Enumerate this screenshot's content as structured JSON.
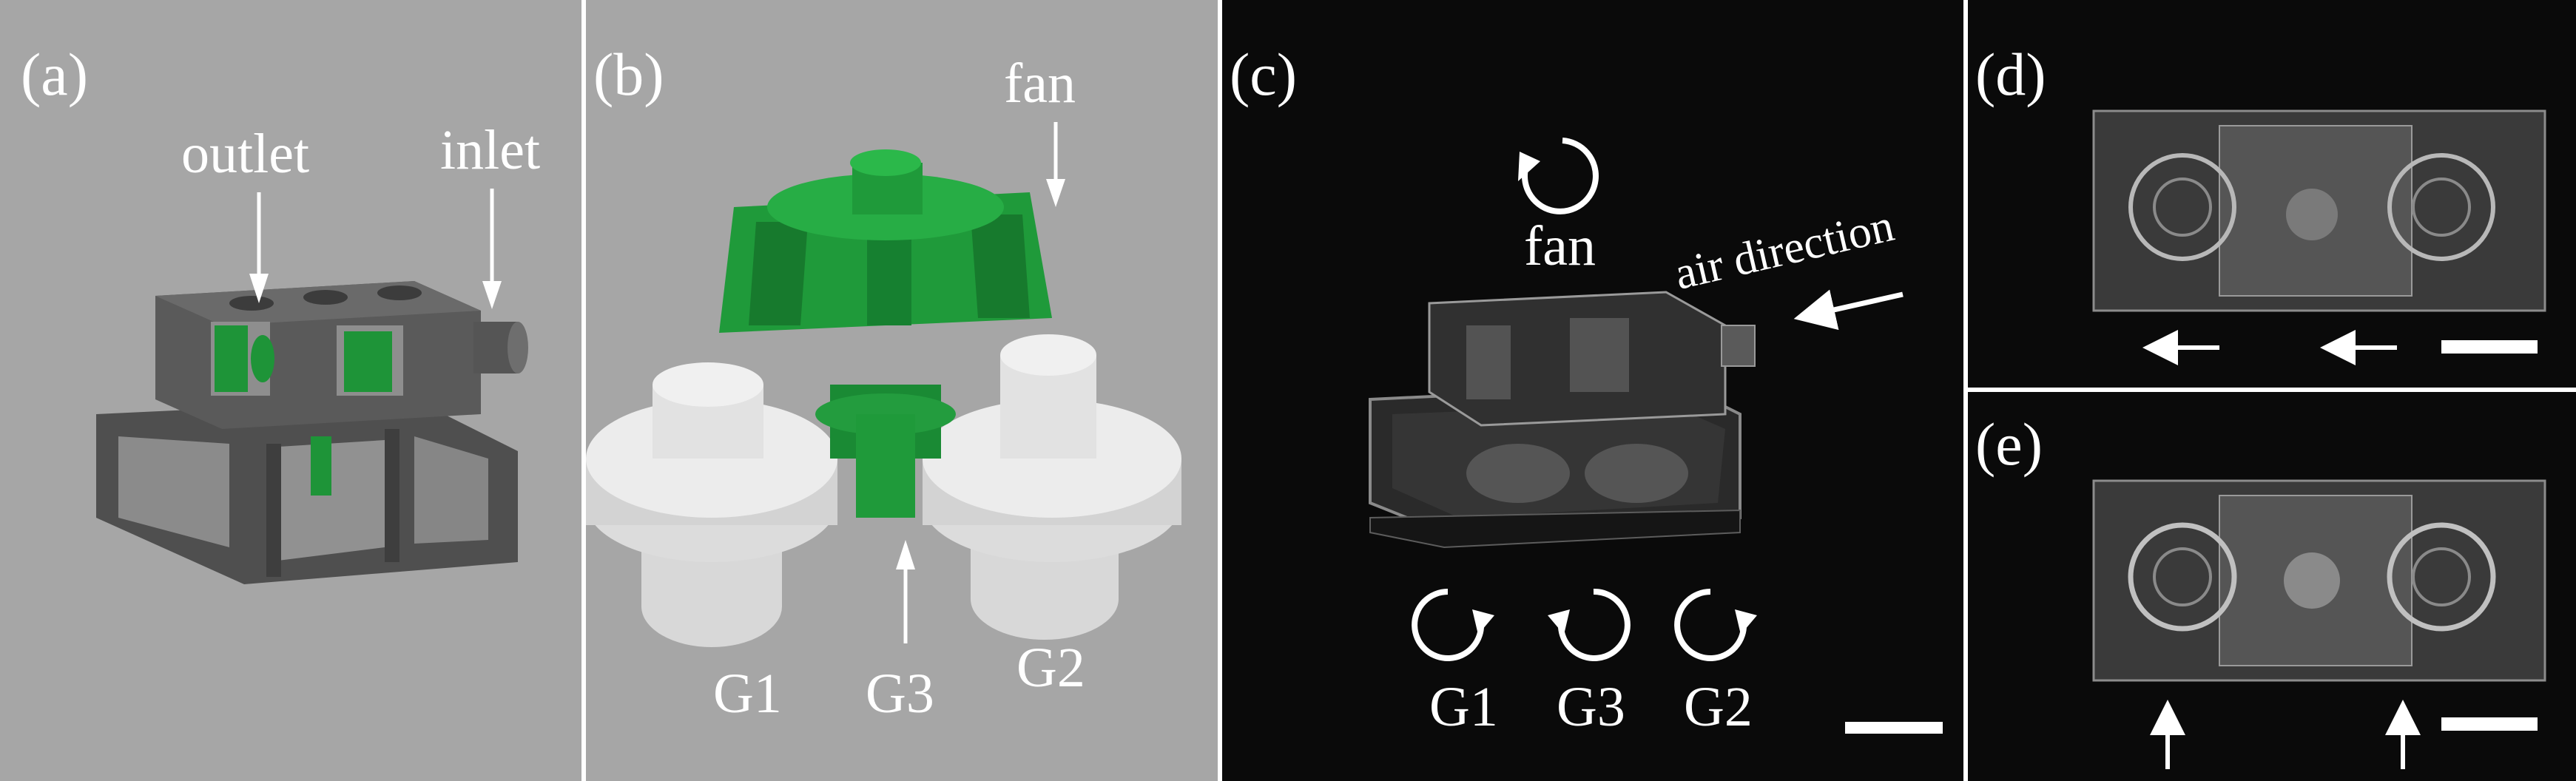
{
  "colors": {
    "render_bg": "#a6a6a6",
    "photo_bg": "#0a0a0a",
    "frame_gray": "#585858",
    "fan_green": "#1f9a3a",
    "gear_white": "#e3e3e3",
    "text": "#ffffff"
  },
  "panel_a": {
    "label": "(a)",
    "outlet_label": "outlet",
    "inlet_label": "inlet"
  },
  "panel_b": {
    "label": "(b)",
    "fan_label": "fan",
    "gear_labels": [
      "G1",
      "G3",
      "G2"
    ]
  },
  "panel_c": {
    "label": "(c)",
    "fan_label": "fan",
    "air_label": "air direction",
    "gear_labels": [
      "G1",
      "G3",
      "G2"
    ],
    "icons": [
      "rotation-arrow-icon"
    ]
  },
  "panel_d": {
    "label": "(d)"
  },
  "panel_e": {
    "label": "(e)"
  }
}
